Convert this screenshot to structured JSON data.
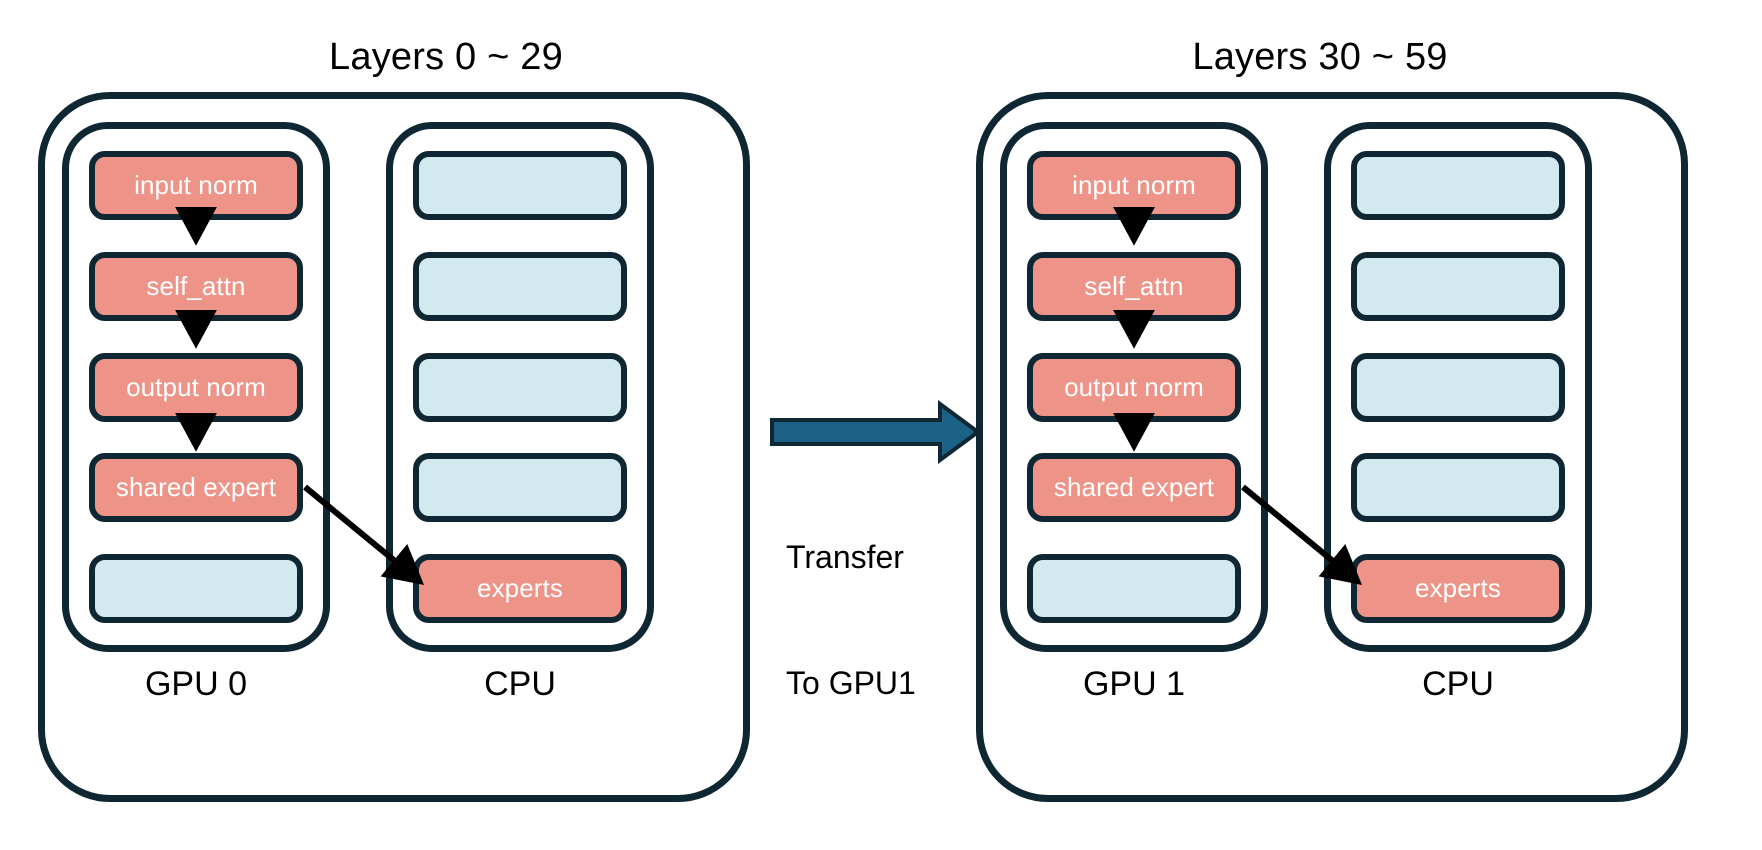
{
  "diagram": {
    "title_left": "Layers 0 ~ 29",
    "title_right": "Layers 30 ~ 59",
    "transfer_label_line1": "Transfer",
    "transfer_label_line2": "To GPU1",
    "colors": {
      "outline": "#0f2733",
      "module_active": "#ee9387",
      "module_idle": "#d3e9f0",
      "transfer_arrow": "#1c6186",
      "offload_arrow": "#000000",
      "background": "#ffffff",
      "module_text": "#ffffff",
      "label_text": "#000000"
    },
    "groups": [
      {
        "id": "group-left",
        "title": "Layers 0 ~ 29",
        "columns": [
          {
            "id": "gpu-0",
            "label": "GPU 0",
            "blocks": [
              {
                "label": "input norm",
                "state": "active"
              },
              {
                "label": "self_attn",
                "state": "active"
              },
              {
                "label": "output norm",
                "state": "active"
              },
              {
                "label": "shared expert",
                "state": "active"
              },
              {
                "label": "",
                "state": "idle"
              }
            ]
          },
          {
            "id": "cpu-0",
            "label": "CPU",
            "blocks": [
              {
                "label": "",
                "state": "idle"
              },
              {
                "label": "",
                "state": "idle"
              },
              {
                "label": "",
                "state": "idle"
              },
              {
                "label": "",
                "state": "idle"
              },
              {
                "label": "experts",
                "state": "active"
              }
            ]
          }
        ]
      },
      {
        "id": "group-right",
        "title": "Layers 30 ~ 59",
        "columns": [
          {
            "id": "gpu-1",
            "label": "GPU 1",
            "blocks": [
              {
                "label": "input norm",
                "state": "active"
              },
              {
                "label": "self_attn",
                "state": "active"
              },
              {
                "label": "output norm",
                "state": "active"
              },
              {
                "label": "shared expert",
                "state": "active"
              },
              {
                "label": "",
                "state": "idle"
              }
            ]
          },
          {
            "id": "cpu-1",
            "label": "CPU",
            "blocks": [
              {
                "label": "",
                "state": "idle"
              },
              {
                "label": "",
                "state": "idle"
              },
              {
                "label": "",
                "state": "idle"
              },
              {
                "label": "",
                "state": "idle"
              },
              {
                "label": "experts",
                "state": "active"
              }
            ]
          }
        ]
      }
    ],
    "flow_arrows": [
      {
        "from": "input norm",
        "to": "self_attn",
        "group": "group-left"
      },
      {
        "from": "self_attn",
        "to": "output norm",
        "group": "group-left"
      },
      {
        "from": "output norm",
        "to": "shared expert",
        "group": "group-left"
      },
      {
        "from": "shared expert",
        "to": "experts",
        "group": "group-left"
      },
      {
        "from": "input norm",
        "to": "self_attn",
        "group": "group-right"
      },
      {
        "from": "self_attn",
        "to": "output norm",
        "group": "group-right"
      },
      {
        "from": "output norm",
        "to": "shared expert",
        "group": "group-right"
      },
      {
        "from": "shared expert",
        "to": "experts",
        "group": "group-right"
      }
    ],
    "transfer_arrow": {
      "from": "group-left",
      "to": "group-right",
      "label": "Transfer\nTo GPU1"
    }
  }
}
